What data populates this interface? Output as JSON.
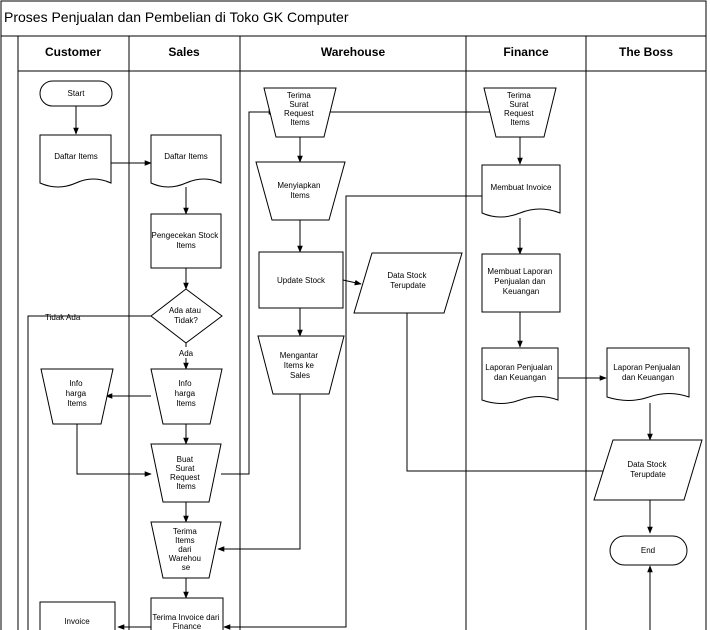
{
  "title": "Proses Penjualan dan Pembelian di Toko GK Computer",
  "lanes": [
    "Customer",
    "Sales",
    "Warehouse",
    "Finance",
    "The Boss"
  ],
  "nodes": {
    "start": "Start",
    "daftar_cust": "Daftar Items",
    "daftar_sales": "Daftar Items",
    "pengecekan": [
      "Pengecekan Stock",
      "Items"
    ],
    "ada": [
      "Ada atau",
      "Tidak?"
    ],
    "info_cust": [
      "Info",
      "harga",
      "Items"
    ],
    "info_sales": [
      "Info",
      "harga",
      "Items"
    ],
    "buat_srt": [
      "Buat",
      "Surat",
      "Request",
      "Items"
    ],
    "terima_items": [
      "Terima",
      "Items",
      "dari",
      "Warehou",
      "se"
    ],
    "terima_invoice": [
      "Terima Invoice dari",
      "Finance"
    ],
    "invoice": "Invoice",
    "terima_srt_wh": [
      "Terima",
      "Surat",
      "Request",
      "Items"
    ],
    "menyiapkan": [
      "Menyiapkan",
      "Items"
    ],
    "update_stock": "Update Stock",
    "mengantar": [
      "Mengantar",
      "Items ke",
      "Sales"
    ],
    "data_stock_wh": [
      "Data Stock",
      "Terupdate"
    ],
    "terima_srt_fin": [
      "Terima",
      "Surat",
      "Request",
      "Items"
    ],
    "membuat_invoice": "Membuat Invoice",
    "membuat_laporan": [
      "Membuat Laporan",
      "Penjualan dan",
      "Keuangan"
    ],
    "laporan_fin": [
      "Laporan Penjualan",
      "dan Keuangan"
    ],
    "laporan_boss": [
      "Laporan Penjualan",
      "dan Keuangan"
    ],
    "data_stock_boss": [
      "Data Stock",
      "Terupdate"
    ],
    "end": "End"
  },
  "edges": {
    "tidak_ada": "Tidak Ada",
    "ada": "Ada"
  }
}
